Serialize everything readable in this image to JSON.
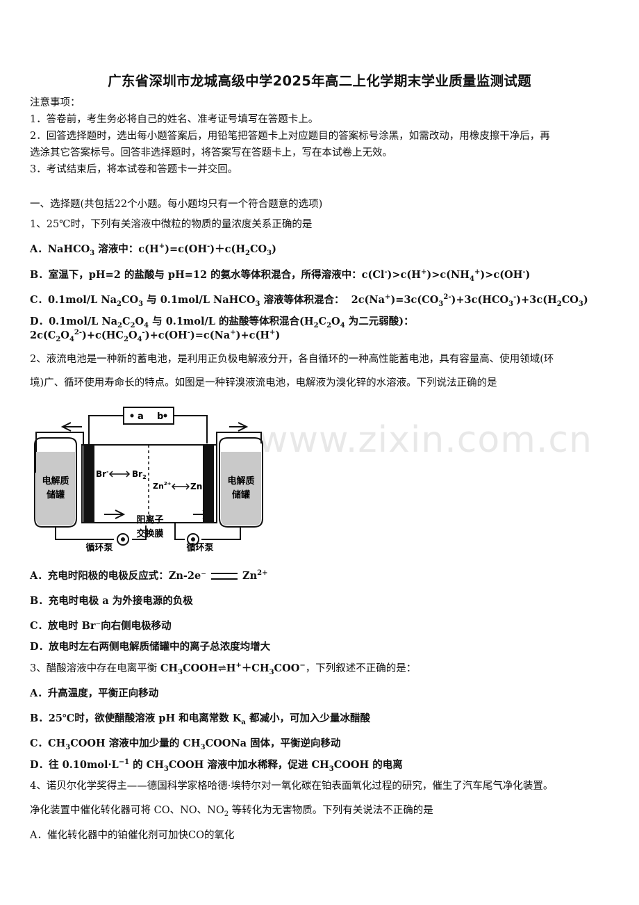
{
  "title": "广东省深圳市龙城高级中学2025年高二上化学期末学业质量监测试题",
  "notice": {
    "heading": "注意事项：",
    "items": [
      "1．答卷前，考生务必将自己的姓名、准考证号填写在答题卡上。",
      "2．回答选择题时，选出每小题答案后，用铅笔把答题卡上对应题目的答案标号涂黑，如需改动，用橡皮擦干净后，再",
      "选涂其它答案标号。回答非选择题时，将答案写在答题卡上，写在本试卷上无效。",
      "3．考试结束后，将本试卷和答题卡一并交回。"
    ]
  },
  "section1": "一、选择题(共包括22个小题。每小题均只有一个符合题意的选项)",
  "q1": {
    "stem": "1、25℃时，下列有关溶液中微粒的物质的量浓度关系正确的是"
  },
  "q2": {
    "stem_line1": "2、液流电池是一种新的蓄电池，是利用正负极电解液分开，各自循环的一种高性能蓄电池，具有容量高、使用领域(环",
    "stem_line2": "境)广、循环使用寿命长的特点。如图是一种锌溴液流电池，电解液为溴化锌的水溶液。下列说法正确的是",
    "figure": {
      "a": "a",
      "b": "b",
      "tank_left_1": "电解质",
      "tank_left_2": "储罐",
      "tank_right_1": "电解质",
      "tank_right_2": "储罐",
      "membrane_1": "阳离子",
      "membrane_2": "交换膜",
      "pump_left": "循环泵",
      "pump_right": "循环泵"
    },
    "optA": "A．充电时阳极的电极反应式：Zn-2e⁻",
    "optB": "B．充电时电极 a 为外接电源的负极",
    "optC": "C．放电时 Br⁻向右侧电极移动",
    "optD": "D．放电时左右两侧电解质储罐中的离子总浓度均增大"
  },
  "q3": {
    "optA": "A．升高温度，平衡正向移动"
  },
  "q4": {
    "stem_line1": "4、诺贝尔化学奖得主——德国科学家格哈德·埃特尔对一氧化碳在铂表面氧化过程的研究，催生了汽车尾气净化装置。",
    "optA": "A．催化转化器中的铂催化剂可加快CO的氧化"
  },
  "watermark": "www.zixin.com.cn"
}
